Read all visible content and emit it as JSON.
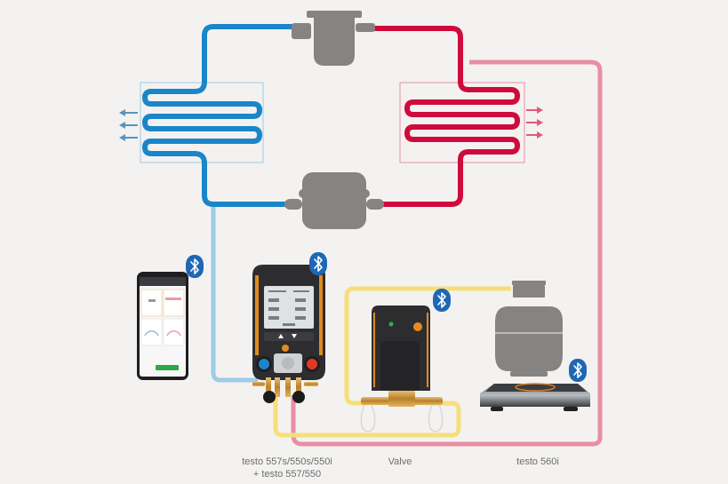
{
  "diagram": {
    "title": "Refrigeration circuit with Bluetooth-connected testo measuring instruments",
    "components": {
      "compressor": "compressor",
      "expansion_valve": "expansion-valve",
      "evaporator": "evaporator",
      "condenser": "condenser",
      "smartphone_app": "smartphone",
      "digital_manifold": "digital-manifold",
      "valve": "valve",
      "refrigerant_cylinder": "refrigerant-cylinder",
      "refrigerant_scale": "refrigerant-scale"
    },
    "labels": {
      "manifold_line1": "testo 557s/550s/550i",
      "manifold_line2": "+ testo 557/550",
      "valve": "Valve",
      "scale": "testo 560i"
    },
    "smartphone_screen": {
      "button_label": "",
      "readings": [
        "",
        "",
        "",
        ""
      ]
    },
    "icons": {
      "bluetooth": "bluetooth-icon",
      "heat_arrow": "arrow-icon"
    },
    "colors": {
      "background": "#f3f2f1",
      "cold_line": "#1a86c9",
      "cold_line_light": "#9fcbe6",
      "hot_line": "#cf0a3c",
      "hot_line_light": "#e98ea4",
      "hose_yellow": "#f6df7a",
      "component_gray": "#858483",
      "bluetooth_blue": "#1f67b5",
      "device_dark": "#2d2d2f",
      "device_orange": "#e08a1e",
      "brass": "#c9953a"
    }
  }
}
